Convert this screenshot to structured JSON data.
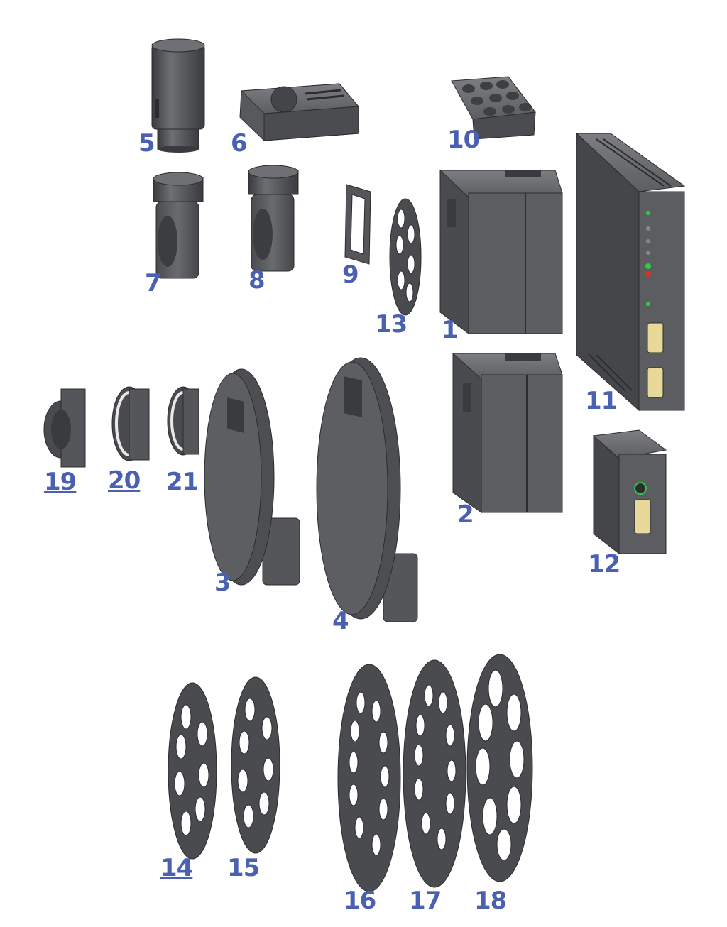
{
  "parts": [
    {
      "id": "part-1",
      "label": "1",
      "icon": "camera-body-icon"
    },
    {
      "id": "part-2",
      "label": "2",
      "icon": "camera-body-icon"
    },
    {
      "id": "part-3",
      "label": "3",
      "icon": "filter-wheel-housing-icon"
    },
    {
      "id": "part-4",
      "label": "4",
      "icon": "filter-wheel-housing-icon"
    },
    {
      "id": "part-5",
      "label": "5",
      "icon": "guide-camera-icon"
    },
    {
      "id": "part-6",
      "label": "6",
      "icon": "cooling-fan-module-icon"
    },
    {
      "id": "part-7",
      "label": "7",
      "icon": "off-axis-guider-icon"
    },
    {
      "id": "part-8",
      "label": "8",
      "icon": "off-axis-guider-icon"
    },
    {
      "id": "part-9",
      "label": "9",
      "icon": "filter-frame-icon"
    },
    {
      "id": "part-10",
      "label": "10",
      "icon": "filter-holder-icon"
    },
    {
      "id": "part-11",
      "label": "11",
      "icon": "control-unit-icon"
    },
    {
      "id": "part-12",
      "label": "12",
      "icon": "small-control-unit-icon"
    },
    {
      "id": "part-13",
      "label": "13",
      "icon": "filter-wheel-disc-icon"
    },
    {
      "id": "part-14",
      "label": "14",
      "icon": "filter-wheel-disc-icon"
    },
    {
      "id": "part-15",
      "label": "15",
      "icon": "filter-wheel-disc-icon"
    },
    {
      "id": "part-16",
      "label": "16",
      "icon": "filter-wheel-disc-icon"
    },
    {
      "id": "part-17",
      "label": "17",
      "icon": "filter-wheel-disc-icon"
    },
    {
      "id": "part-18",
      "label": "18",
      "icon": "filter-wheel-disc-icon"
    },
    {
      "id": "part-19",
      "label": "19",
      "icon": "adapter-ring-icon"
    },
    {
      "id": "part-20",
      "label": "20",
      "icon": "adapter-ring-icon"
    },
    {
      "id": "part-21",
      "label": "21",
      "icon": "adapter-ring-icon"
    }
  ],
  "colors": {
    "label": "#4a60b0",
    "body": "#5a5b5e",
    "body_dark": "#3e3f42",
    "body_light": "#7b7c80",
    "edge": "#2b2c2e",
    "led_green": "#2ecc40",
    "led_red": "#e0301e",
    "connector": "#e8d89a"
  }
}
